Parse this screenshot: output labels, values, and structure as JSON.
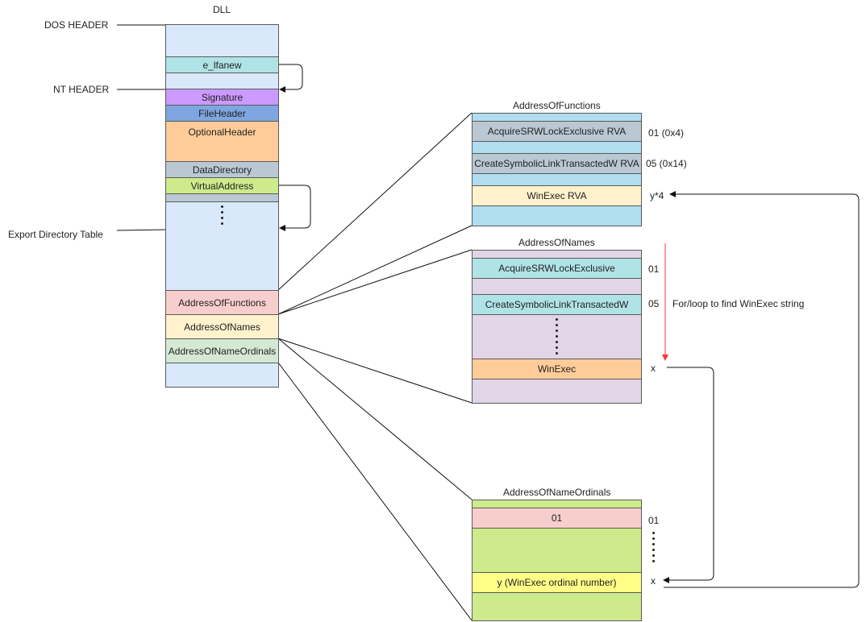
{
  "dll": {
    "title": "DLL",
    "cells": {
      "e_lfanew": "e_lfanew",
      "signature": "Signature",
      "file_header": "FileHeader",
      "optional_header": "OptionalHeader",
      "data_directory": "DataDirectory",
      "virtual_address": "VirtualAddress",
      "address_of_functions": "AddressOfFunctions",
      "address_of_names": "AddressOfNames",
      "address_of_name_ordinals": "AddressOfNameOrdinals"
    }
  },
  "side_labels": {
    "dos_header": "DOS HEADER",
    "nt_header": "NT HEADER",
    "export_directory_table": "Export  Directory Table"
  },
  "functions_table": {
    "title": "AddressOfFunctions",
    "rows": [
      "AcquireSRWLockExclusive RVA",
      "CreateSymbolicLinkTransactedW RVA",
      "WinExec RVA"
    ],
    "side": [
      "01 (0x4)",
      "05 (0x14)",
      "y*4"
    ]
  },
  "names_table": {
    "title": "AddressOfNames",
    "rows": [
      "AcquireSRWLockExclusive",
      "CreateSymbolicLinkTransactedW",
      "WinExec"
    ],
    "side": [
      "01",
      "05",
      "x"
    ],
    "loop_note": "For/loop to find WinExec string"
  },
  "ordinals_table": {
    "title": "AddressOfNameOrdinals",
    "rows": [
      "01",
      "y (WinExec ordinal number)"
    ],
    "side": [
      "01",
      "x"
    ]
  },
  "colors": {
    "dll_bg": "#dae8fc",
    "teal": "#b0e3e6",
    "purple": "#cc99ff",
    "blue": "#7ea6e0",
    "orange": "#ffcc99",
    "gray": "#bac8d3",
    "green": "#cdeb8b",
    "pink": "#f8cecc",
    "cream": "#fff2cc",
    "light_green": "#d5e8d4",
    "lavender": "#e1d5e7",
    "func_bg": "#b1ddf0",
    "winexec_orange": "#ffcc99",
    "yellow": "#ffff88",
    "loop_arrow": "#ff3333"
  }
}
